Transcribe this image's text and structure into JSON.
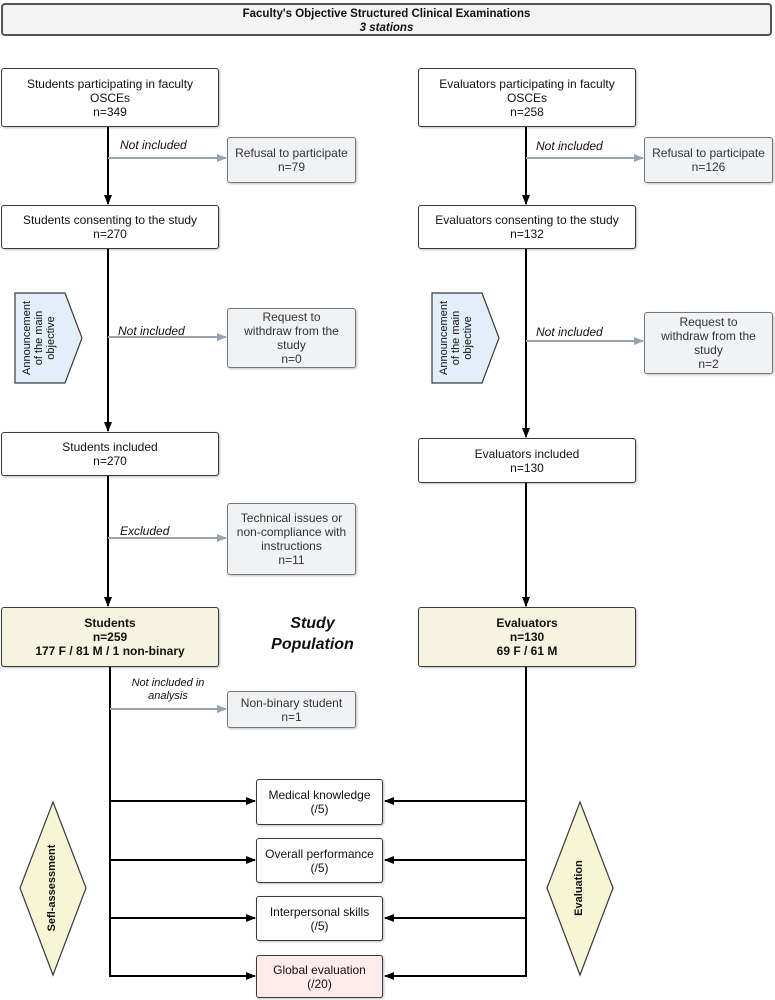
{
  "header": {
    "title": "Faculty's Objective Structured Clinical Examinations",
    "subtitle": "3 stations"
  },
  "students": {
    "participating": {
      "label": "Students participating in faculty OSCEs",
      "n": "n=349"
    },
    "not_included_1": "Not included",
    "refusal": {
      "label": "Refusal to participate",
      "n": "n=79"
    },
    "consenting": {
      "label": "Students consenting to the study",
      "n": "n=270"
    },
    "not_included_2": "Not included",
    "withdraw": {
      "label": "Request to withdraw from the study",
      "n": "n=0"
    },
    "included": {
      "label": "Students included",
      "n": "n=270"
    },
    "excluded_label": "Excluded",
    "technical": {
      "label": "Technical issues or non-compliance with instructions",
      "n": "n=11"
    },
    "final": {
      "label": "Students",
      "n": "n=259",
      "detail": "177 F / 81 M / 1 non-binary"
    },
    "not_in_analysis": "Not included in analysis",
    "nonbinary": {
      "label": "Non-binary student",
      "n": "n=1"
    }
  },
  "evaluators": {
    "participating": {
      "label": "Evaluators participating in faculty OSCEs",
      "n": "n=258"
    },
    "not_included_1": "Not included",
    "refusal": {
      "label": "Refusal to participate",
      "n": "n=126"
    },
    "consenting": {
      "label": "Evaluators consenting to the study",
      "n": "n=132"
    },
    "not_included_2": "Not included",
    "withdraw": {
      "label": "Request to withdraw from the study",
      "n": "n=2"
    },
    "included": {
      "label": "Evaluators included",
      "n": "n=130"
    },
    "final": {
      "label": "Evaluators",
      "n": "n=130",
      "detail": "69 F / 61 M"
    }
  },
  "announcement": "Announcement of the main objective",
  "study_population": "Study Population",
  "outcomes": [
    {
      "label": "Medical knowledge",
      "score": "(/5)"
    },
    {
      "label": "Overall performance",
      "score": "(/5)"
    },
    {
      "label": "Interpersonal skills",
      "score": "(/5)"
    },
    {
      "label": "Global evaluation",
      "score": "(/20)"
    }
  ],
  "self_assessment": "Sefl-assessment",
  "evaluation": "Evaluation",
  "colors": {
    "arrow_main": "#000000",
    "arrow_side": "#9aa3ad",
    "cream": "#f6f3e0",
    "diamond": "#f7f5d4",
    "pentagon": "#e2effa",
    "pink": "#fdeaea",
    "grey_box": "#f1f2f4"
  }
}
